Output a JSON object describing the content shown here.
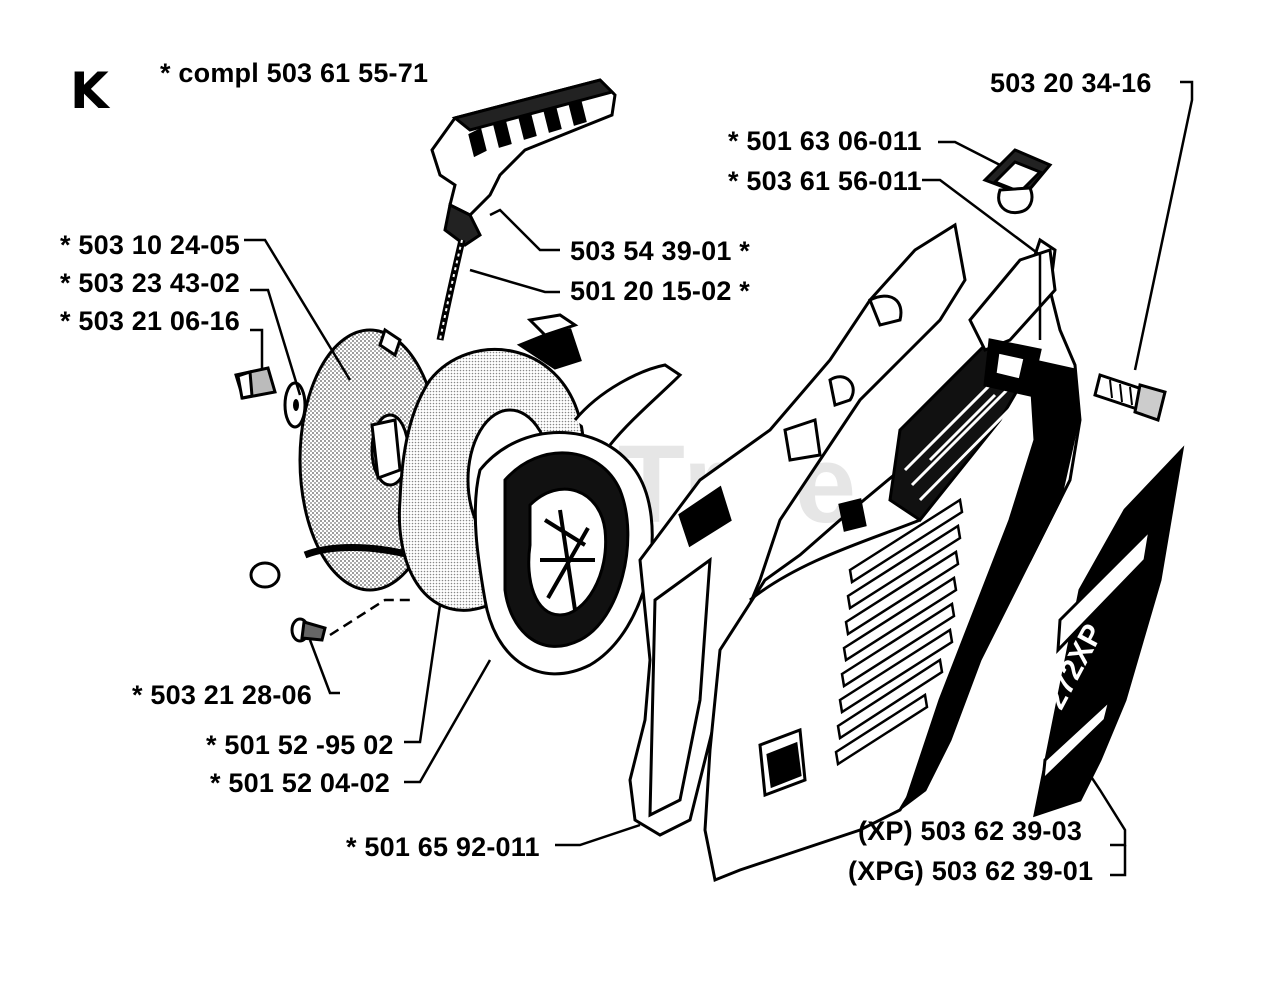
{
  "section_letter": "K",
  "watermark_text": "artsTree",
  "colors": {
    "ink": "#000000",
    "paper": "#ffffff",
    "watermark": "#e6e6e6"
  },
  "labels": {
    "compl": "* compl 503 61 55-71",
    "p_503_20_34_16": "503 20 34-16",
    "p_501_63_06_011": "* 501 63 06-011",
    "p_503_61_56_011": "* 503 61 56-011",
    "p_503_10_24_05": "* 503 10 24-05",
    "p_503_23_43_02": "* 503 23 43-02",
    "p_503_21_06_16": "* 503 21 06-16",
    "p_503_54_39_01": "503 54 39-01 *",
    "p_501_20_15_02": "501 20 15-02 *",
    "p_503_21_28_06": "* 503 21 28-06",
    "p_501_52_95_02": "* 501 52 -95 02",
    "p_501_52_04_02": "* 501 52 04-02",
    "p_501_65_92_011": "* 501 65 92-011",
    "p_xp": "(XP) 503 62 39-03",
    "p_xpg": "(XPG) 503 62 39-01",
    "decal_text": "272XP"
  }
}
